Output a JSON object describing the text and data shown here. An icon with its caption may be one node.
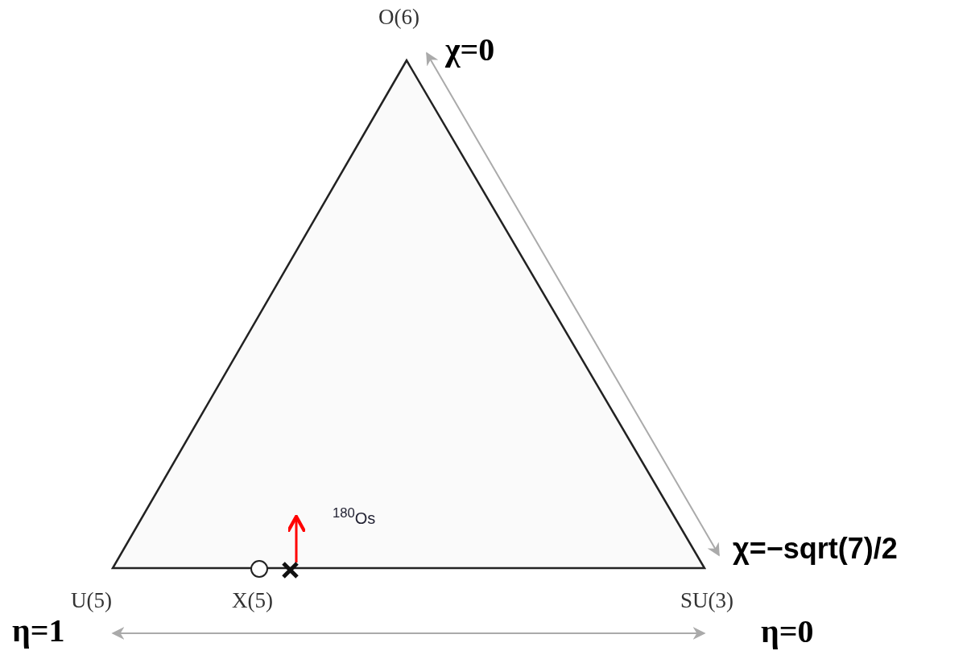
{
  "diagram": {
    "labels": [
      "O(6)",
      "χ=0",
      "$^{180}$Os",
      "χ=−sqrt(7)/2",
      "U(5)",
      "X(5)",
      "SU(3)",
      "η=0",
      "η=1"
    ]
  }
}
